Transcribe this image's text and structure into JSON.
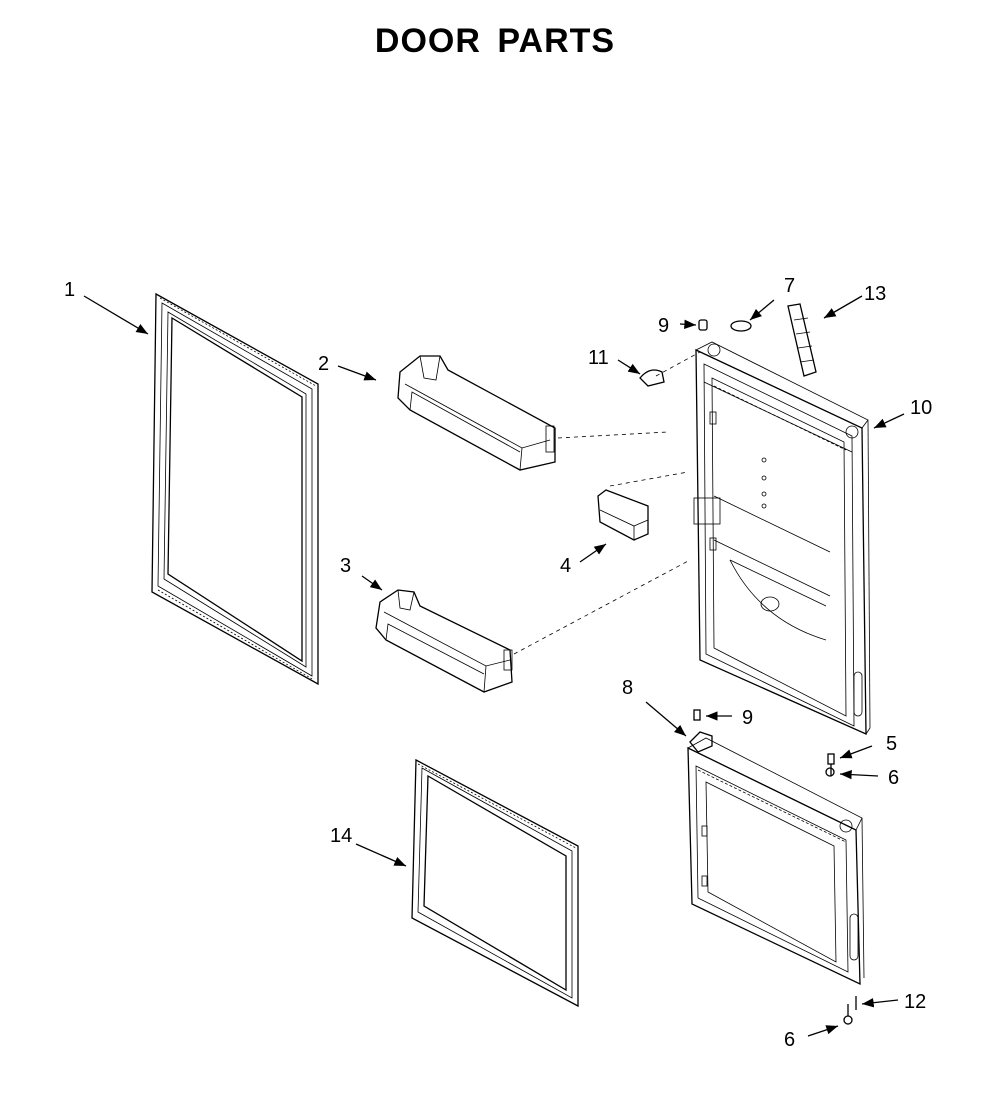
{
  "title": "DOOR PARTS",
  "callouts": {
    "c1": "1",
    "c2": "2",
    "c3": "3",
    "c4": "4",
    "c5": "5",
    "c6a": "6",
    "c6b": "6",
    "c7": "7",
    "c8": "8",
    "c9a": "9",
    "c9b": "9",
    "c10": "10",
    "c11": "11",
    "c12": "12",
    "c13": "13",
    "c14": "14"
  }
}
